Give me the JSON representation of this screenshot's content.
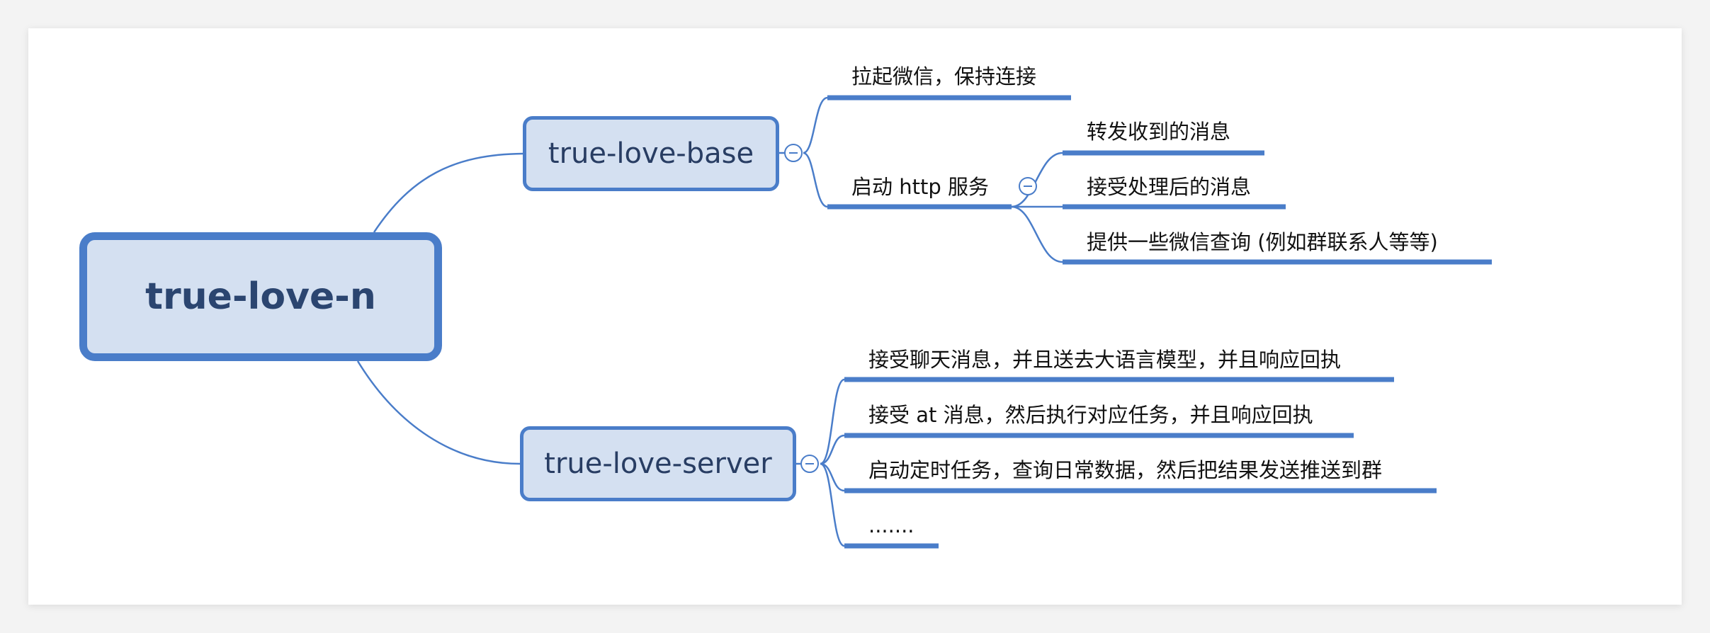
{
  "root": {
    "label": "true-love-n"
  },
  "branches": {
    "base": {
      "label": "true-love-base",
      "items": [
        "拉起微信，保持连接",
        "启动 http 服务"
      ],
      "http": {
        "items": [
          "转发收到的消息",
          "接受处理后的消息",
          "提供一些微信查询 (例如群联系人等等)"
        ]
      }
    },
    "server": {
      "label": "true-love-server",
      "items": [
        "接受聊天消息，并且送去大语言模型，并且响应回执",
        "接受 at 消息，然后执行对应任务，并且响应回执",
        "启动定时任务，查询日常数据，然后把结果发送推送到群",
        "......."
      ]
    }
  },
  "colors": {
    "accent": "#4a7dc9",
    "node_fill": "#d4e0f1",
    "node_text": "#2b4570"
  },
  "icons": {
    "collapse": "minus-circle-icon"
  }
}
